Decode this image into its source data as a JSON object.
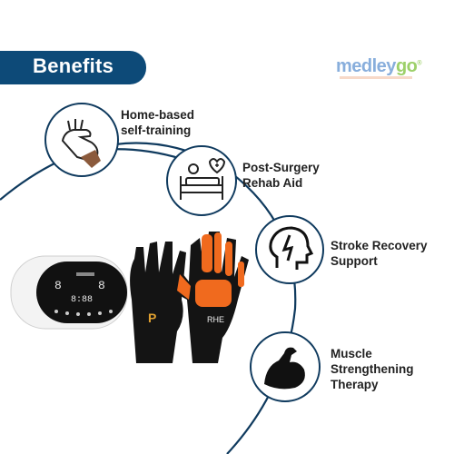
{
  "banner": {
    "title": "Benefits",
    "color": "#0d4a78"
  },
  "logo": {
    "part1": "med",
    "part2": "ley",
    "part3": "go",
    "mark": "®"
  },
  "benefits": [
    {
      "line1": "Home-based",
      "line2": "self-training",
      "icon": "hand-glove-icon"
    },
    {
      "line1": "Post-Surgery",
      "line2": "Rehab Aid",
      "icon": "hospital-bed-icon"
    },
    {
      "line1": "Stroke Recovery",
      "line2": "Support",
      "icon": "brain-head-icon"
    },
    {
      "line1": "Muscle",
      "line2": "Strengthening",
      "line3": "Therapy",
      "icon": "flexed-arm-icon"
    }
  ],
  "colors": {
    "accent": "#0d4a78",
    "glove_orange": "#f06a1e",
    "arc": "#0f3a5e"
  }
}
